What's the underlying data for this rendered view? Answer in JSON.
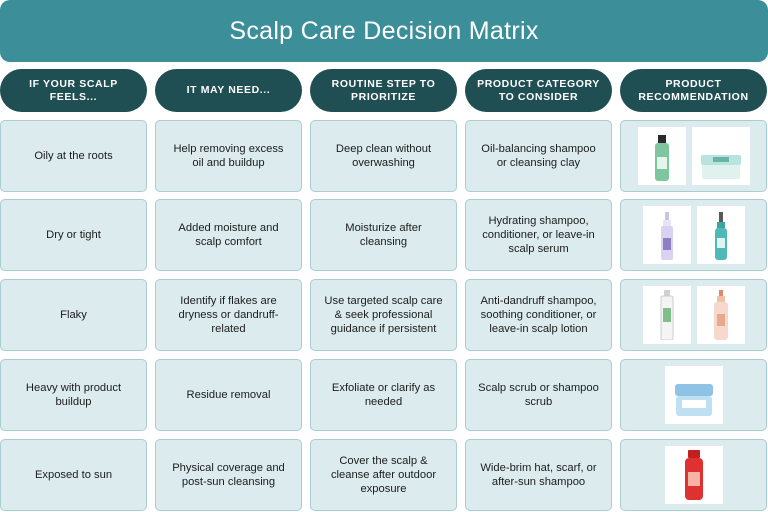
{
  "title": "Scalp Care Decision Matrix",
  "headers": [
    "IF YOUR SCALP FEELS...",
    "IT MAY NEED...",
    "ROUTINE STEP TO PRIORITIZE",
    "PRODUCT CATEGORY TO CONSIDER",
    "PRODUCT RECOMMENDATION"
  ],
  "rows": [
    {
      "feels": "Oily at the roots",
      "need": "Help removing excess oil and buildup",
      "step": "Deep clean without overwashing",
      "category": "Oil-balancing shampoo or cleansing clay",
      "products": [
        "green-shampoo-bottle-image",
        "clay-jar-image"
      ]
    },
    {
      "feels": "Dry or tight",
      "need": "Added moisture and scalp comfort",
      "step": "Moisturize after cleansing",
      "category": "Hydrating shampoo, conditioner, or leave-in scalp serum",
      "products": [
        "lavender-serum-bottle-image",
        "teal-dropper-bottle-image"
      ]
    },
    {
      "feels": "Flaky",
      "need": "Identify if flakes are dryness or dandruff-related",
      "step": "Use targeted scalp care & seek professional guidance if persistent",
      "category": "Anti-dandruff shampoo, soothing conditioner, or leave-in scalp lotion",
      "products": [
        "white-tall-bottle-image",
        "pink-spray-bottle-image"
      ]
    },
    {
      "feels": "Heavy with product buildup",
      "need": "Residue removal",
      "step": "Exfoliate or clarify as needed",
      "category": "Scalp scrub or shampoo scrub",
      "products": [
        "blue-scrub-jar-image"
      ]
    },
    {
      "feels": "Exposed to sun",
      "need": "Physical coverage and post-sun cleansing",
      "step": "Cover the scalp & cleanse after outdoor exposure",
      "category": "Wide-brim hat, scarf, or after-sun shampoo",
      "products": [
        "red-sun-shampoo-bottle-image"
      ]
    }
  ]
}
